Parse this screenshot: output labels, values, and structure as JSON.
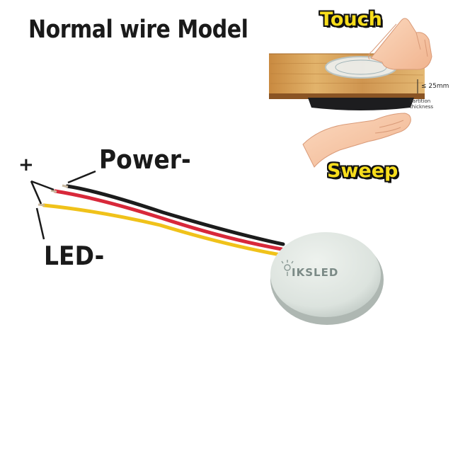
{
  "title": "Normal wire Model",
  "labels": {
    "plus": "+",
    "power_minus": "Power-",
    "led_minus": "LED-"
  },
  "usage": {
    "touch": "Touch",
    "sweep": "Sweep",
    "thickness": "≤ 25mm",
    "partition": "Partition thickness"
  },
  "product": {
    "brand": "IKSLED"
  },
  "colors": {
    "wire_black": "#1c1c1c",
    "wire_red": "#d8283a",
    "wire_yellow": "#f0c21a",
    "wood": "#d39a4e",
    "sensor_body": "#dfe5e0",
    "callout_text": "#f7dd1c"
  }
}
